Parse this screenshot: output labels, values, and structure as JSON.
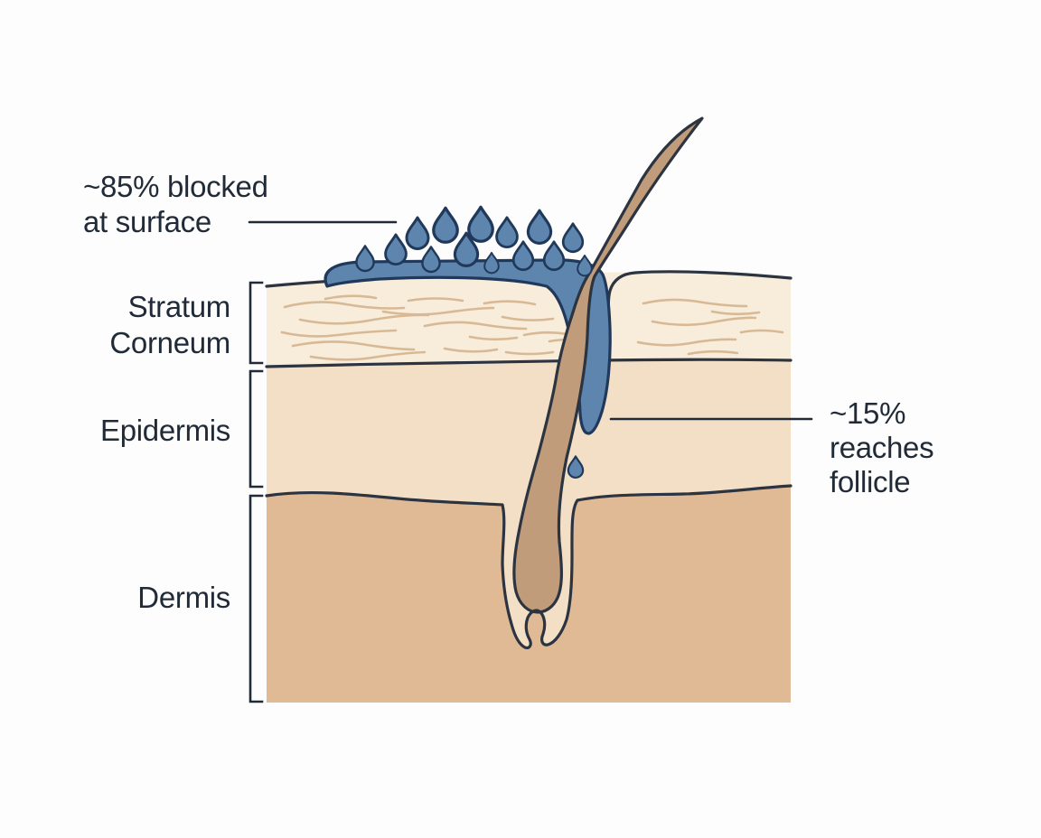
{
  "diagram": {
    "subject": "Skin cross-section showing topical liquid mostly blocked at the surface with a small fraction reaching the hair follicle",
    "annotations": {
      "surface_blocked": {
        "lines": [
          "~85% blocked",
          "at surface"
        ]
      },
      "follicle_reach": {
        "lines": [
          "~15%",
          "reaches",
          "follicle"
        ]
      }
    },
    "layers": [
      {
        "id": "stratum-corneum",
        "label_lines": [
          "Stratum",
          "Corneum"
        ]
      },
      {
        "id": "epidermis",
        "label_lines": [
          "Epidermis"
        ]
      },
      {
        "id": "dermis",
        "label_lines": [
          "Dermis"
        ]
      }
    ],
    "values": {
      "blocked_at_surface_percent": "~85%",
      "reaches_follicle_percent": "~15%"
    },
    "colors": {
      "background": "#fdfdfd",
      "text": "#212b38",
      "outline": "#2b3440",
      "liquid_fill": "#5d85ad",
      "liquid_outline": "#20395a",
      "stratum_corneum_fill": "#f8ecda",
      "stratum_corneum_texture": "#d8b995",
      "epidermis_fill": "#f3dfc6",
      "dermis_fill": "#e0b995",
      "hair_fill": "#c09c7a",
      "follicle_sheath_fill": "#f3dfc6"
    }
  }
}
